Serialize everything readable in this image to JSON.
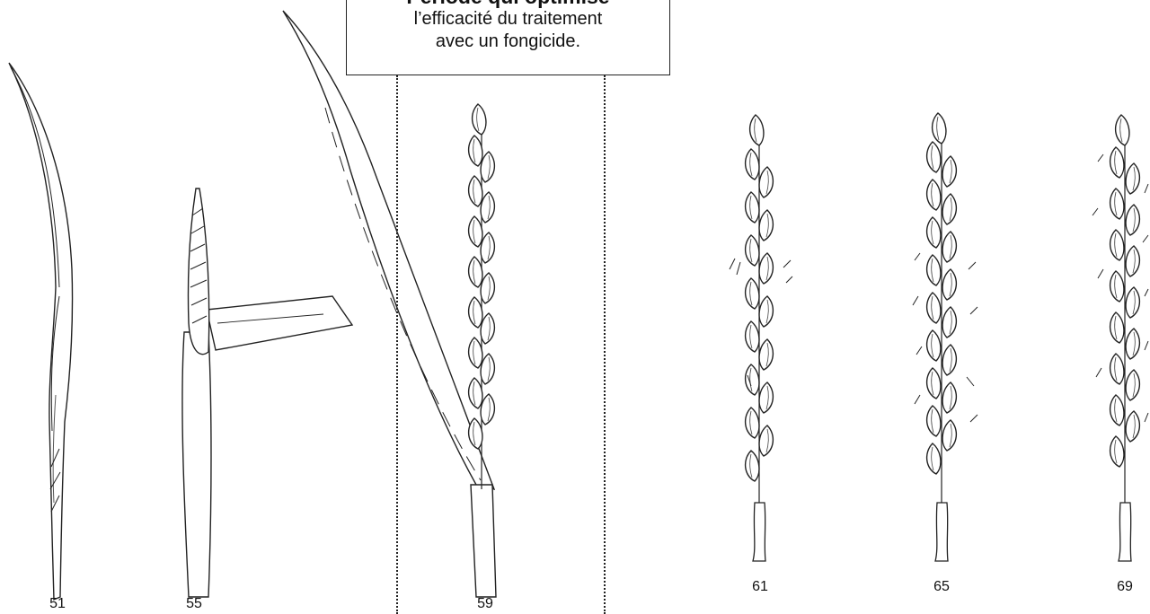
{
  "callout": {
    "title": "Période qui optimise",
    "line1": "l’efficacité du traitement",
    "line2": "avec un fongicide."
  },
  "stages": [
    "51",
    "55",
    "59",
    "61",
    "65",
    "69"
  ]
}
